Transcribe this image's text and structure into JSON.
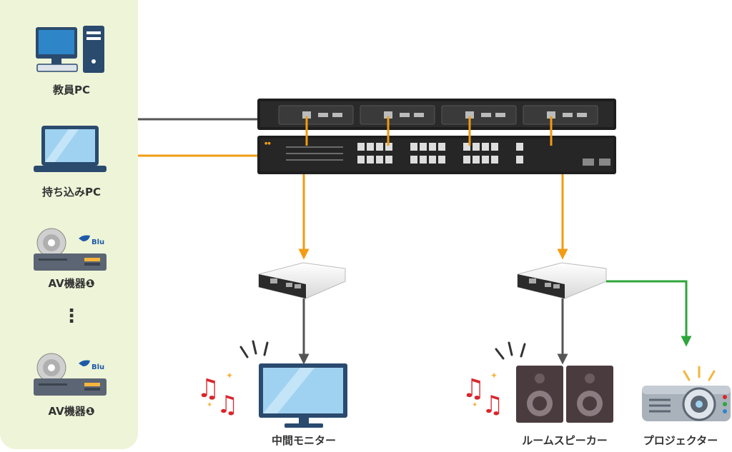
{
  "sources": {
    "teacher_pc": "教員PC",
    "laptop_pc": "持ち込みPC",
    "av_device_1": "AV機器❶",
    "av_device_2": "AV機器❶",
    "ellipsis": "⋮"
  },
  "outputs": {
    "monitor": "中間モニター",
    "speaker": "ルームスピーカー",
    "projector": "プロジェクター"
  },
  "colors": {
    "panel": "#eef4d8",
    "cable_gray": "#555555",
    "cable_orange": "#f29b13",
    "cable_green": "#2ea53b",
    "device_dark": "#1e1e1e"
  },
  "icons": {
    "desktop": "desktop-pc-icon",
    "laptop": "laptop-icon",
    "bluray": "bluray-player-icon",
    "switch": "network-switch-icon",
    "encoder": "encoder-box-icon",
    "monitor": "monitor-icon",
    "speaker": "speaker-icon",
    "projector": "projector-icon",
    "music": "music-note-icon"
  }
}
